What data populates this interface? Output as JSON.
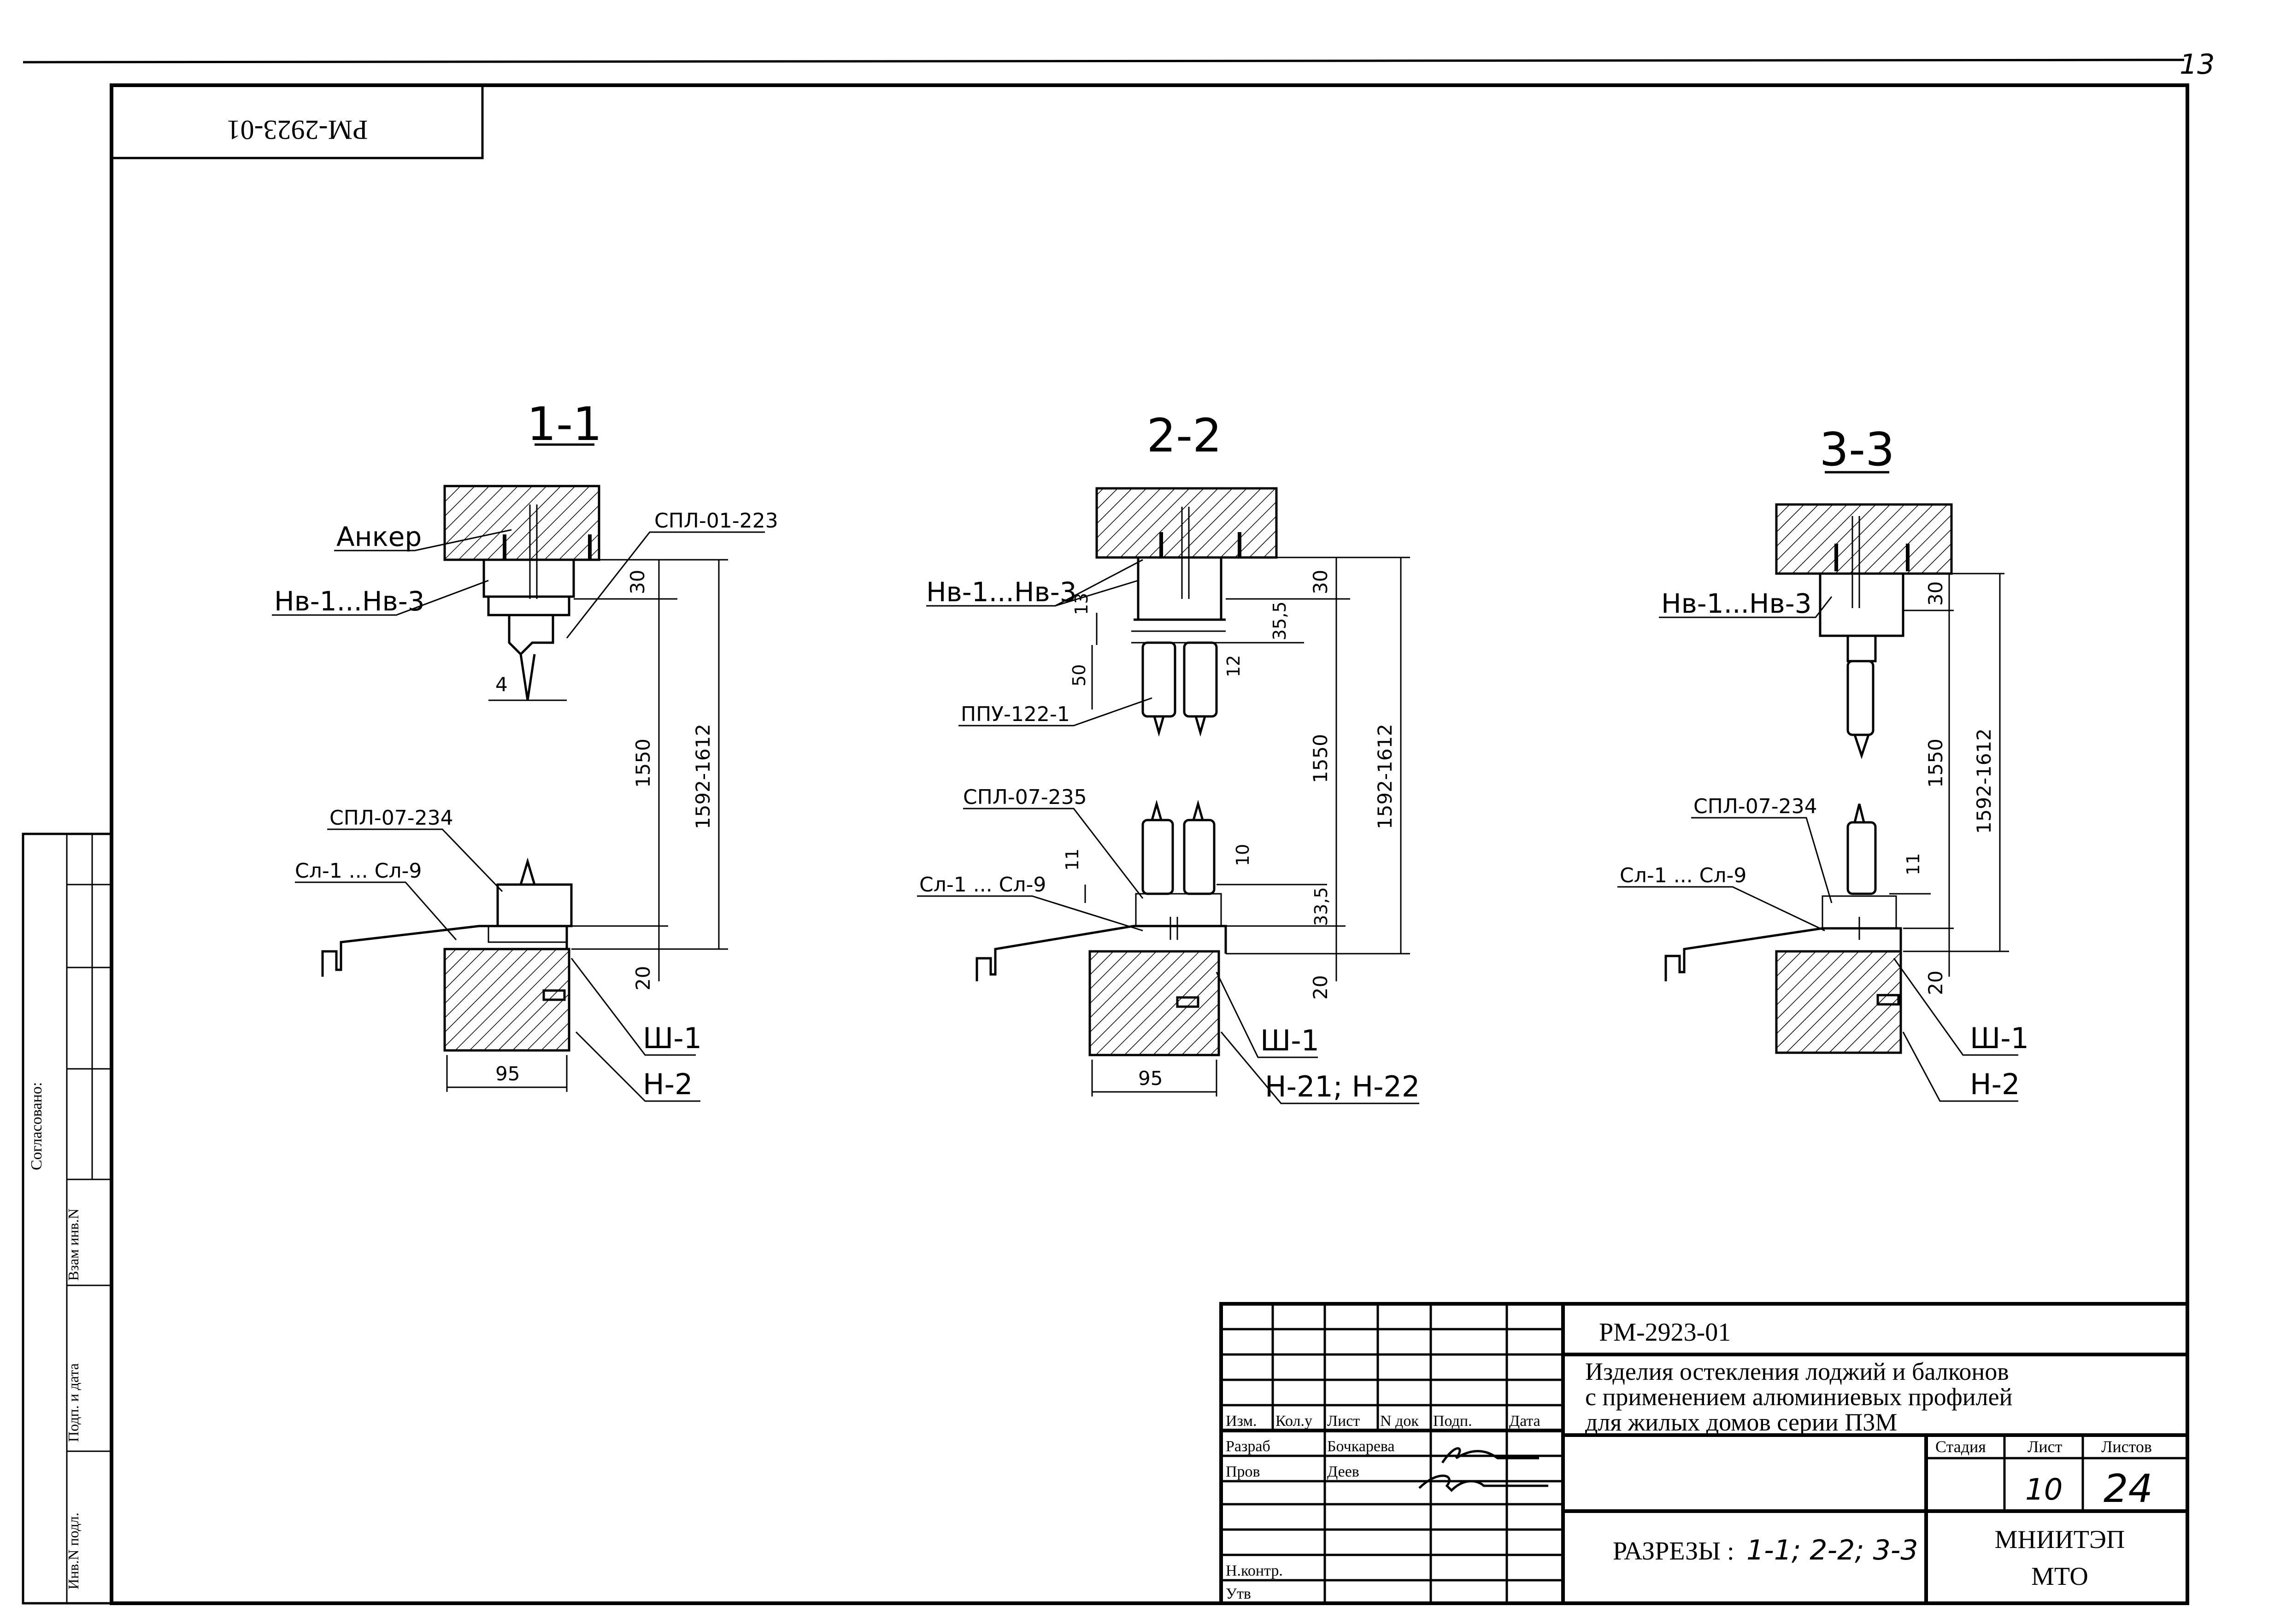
{
  "sheet": {
    "corner_number": "13",
    "top_stamp": "РМ-2923-01"
  },
  "side_panel": {
    "agreed_label": "Согласовано:",
    "replaced_inv_label": "Взам инв.N",
    "sign_date_label": "Подп. и дата",
    "orig_inv_label": "Инв.N подл."
  },
  "sections": [
    {
      "title": "1-1",
      "labels": [
        "Анкер",
        "Нв-1...Нв-3",
        "СПЛ-01-223",
        "СПЛ-07-234",
        "Сл-1 ... Сл-9",
        "Ш-1",
        "Н-2"
      ],
      "dims": [
        "30",
        "4",
        "1550",
        "1592-1612",
        "20",
        "95"
      ]
    },
    {
      "title": "2-2",
      "labels": [
        "Нв-1...Нв-3",
        "ППУ-122-1",
        "СПЛ-07-235",
        "Сл-1 ... Сл-9",
        "Ш-1",
        "Н-21; Н-22"
      ],
      "dims": [
        "30",
        "13",
        "35,5",
        "50",
        "12",
        "1550",
        "1592-1612",
        "11",
        "10",
        "33,5",
        "20",
        "95"
      ]
    },
    {
      "title": "3-3",
      "labels": [
        "Нв-1...Нв-3",
        "СПЛ-07-234",
        "Сл-1 ... Сл-9",
        "Ш-1",
        "Н-2"
      ],
      "dims": [
        "30",
        "1550",
        "1592-1612",
        "11",
        "20"
      ]
    }
  ],
  "title_block": {
    "doc_code": "РМ-2923-01",
    "description_lines": [
      "Изделия остекления лоджий и балконов",
      "с применением алюминиевых профилей",
      "для жилых домов серии П3М"
    ],
    "col_headers": [
      "Изм.",
      "Кол.у",
      "Лист",
      "N док",
      "Подп.",
      "Дата"
    ],
    "roles": [
      {
        "role": "Разраб",
        "name": "Бочкарева"
      },
      {
        "role": "Пров",
        "name": "Деев"
      },
      {
        "role": "Н.контр.",
        "name": ""
      },
      {
        "role": "Утв",
        "name": ""
      }
    ],
    "stage_label": "Стадия",
    "sheet_label": "Лист",
    "sheets_label": "Листов",
    "sheet_value": "10",
    "sheets_value": "24",
    "drawing_title_prefix": "РАЗРЕЗЫ :",
    "drawing_title_sections": "1-1; 2-2; 3-3",
    "org_line1": "МНИИТЭП",
    "org_line2": "МТО"
  }
}
